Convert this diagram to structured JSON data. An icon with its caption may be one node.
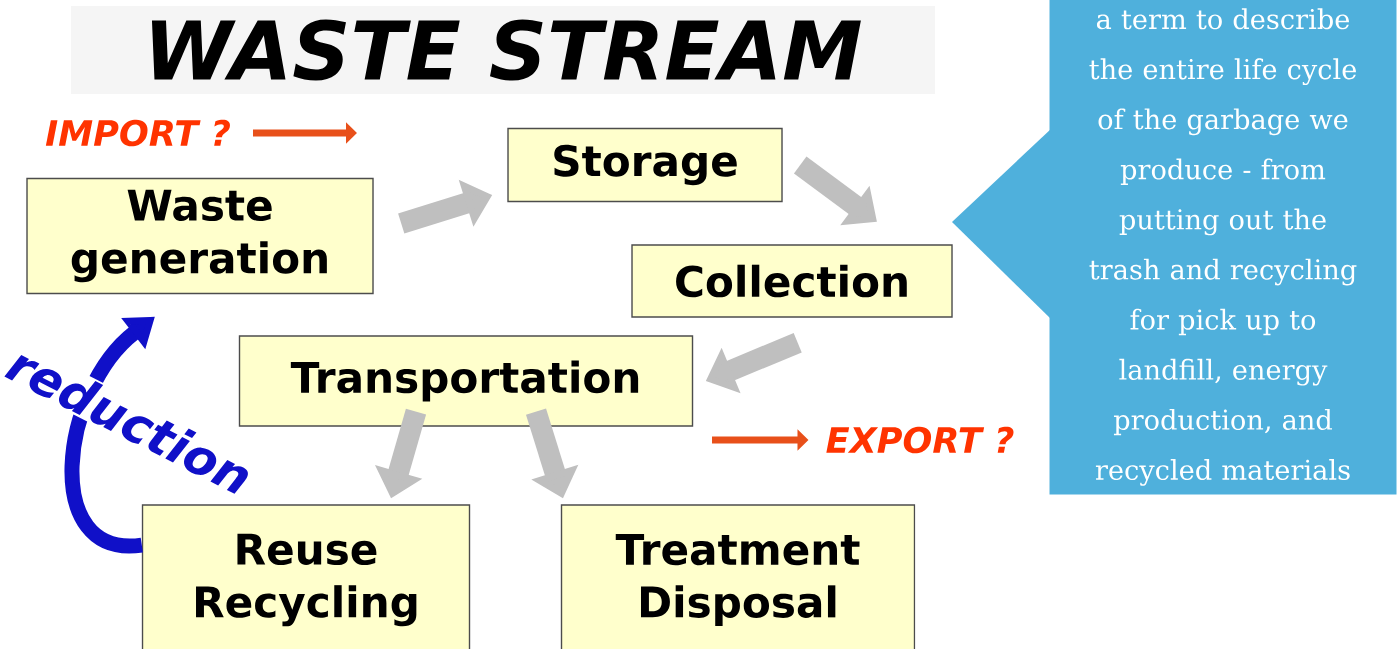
{
  "diagram": {
    "title": "WASTE STREAM",
    "nodes": [
      {
        "text": [
          "Waste generation"
        ]
      },
      {
        "text": [
          "Storage"
        ]
      },
      {
        "text": [
          "Collection"
        ]
      },
      {
        "text": [
          "Transportation"
        ]
      },
      {
        "text": [
          "Reuse Recycling"
        ]
      },
      {
        "text": [
          "Treatment Disposal"
        ]
      },
      {
        "text": [
          "a term to describe the entire life cycle of the garbage we produce - from putting out the trash and recycling for pick up to landfill, energy production, and recycled materials"
        ]
      },
      {
        "text": [
          "IMPORT ?"
        ]
      },
      {
        "text": [
          "EXPORT ?"
        ]
      }
    ],
    "edges": [
      {
        "from": 0,
        "to": 1,
        "arrow": "to"
      },
      {
        "from": 1,
        "to": 2,
        "arrow": "to"
      },
      {
        "from": 2,
        "to": 3,
        "arrow": "to"
      },
      {
        "from": 3,
        "to": 4,
        "arrow": "to"
      },
      {
        "from": 3,
        "to": 5,
        "arrow": "to"
      },
      {
        "from": 4,
        "to": 0,
        "arrow": "to",
        "label": "reduction",
        "color": "#1010c8"
      },
      {
        "from": 7,
        "to": null,
        "arrow": "to",
        "color": "#e8501a"
      },
      {
        "from": null,
        "to": 8,
        "arrow": "to",
        "color": "#e8501a"
      }
    ]
  }
}
